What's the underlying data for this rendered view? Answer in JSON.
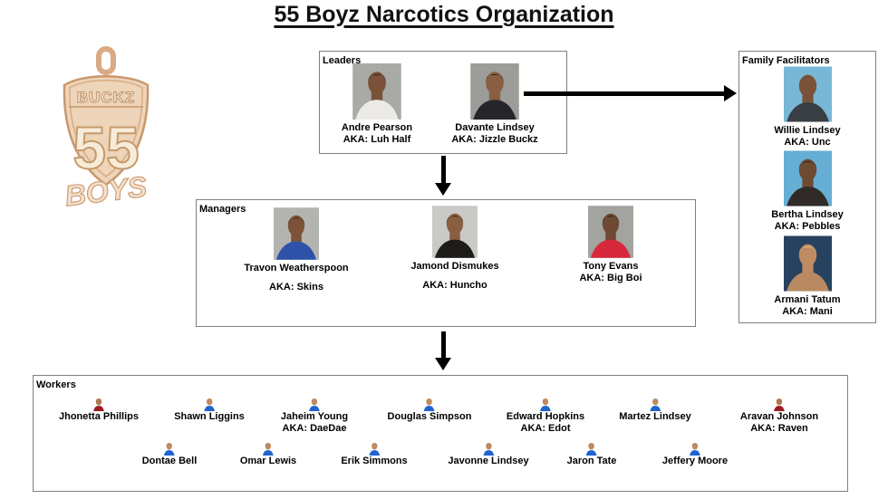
{
  "title": "55 Boyz Narcotics Organization",
  "logo": {
    "line1": "BUCKZ",
    "line2": "55",
    "line3": "BOYS",
    "body_color": "#eed4b8",
    "outline_color": "#c9986e"
  },
  "colors": {
    "background": "#ffffff",
    "box_border": "#7f7f7f",
    "arrow": "#000000",
    "text": "#000000"
  },
  "leaders": {
    "label": "Leaders",
    "members": [
      {
        "name": "Andre Pearson",
        "aka": "AKA: Luh Half",
        "photo": {
          "bg": "#a9aaa5",
          "skin": "#7a5239",
          "hair": "#241812",
          "shirt": "#eceae6"
        }
      },
      {
        "name": "Davante Lindsey",
        "aka": "AKA: Jizzle Buckz",
        "photo": {
          "bg": "#9c9d99",
          "skin": "#8a5f41",
          "hair": "#1d1713",
          "shirt": "#26262a"
        }
      }
    ]
  },
  "managers": {
    "label": "Managers",
    "members": [
      {
        "name": "Travon Weatherspoon",
        "aka": "AKA: Skins",
        "photo": {
          "bg": "#b3b4af",
          "skin": "#7c5338",
          "hair": "#1f1510",
          "shirt": "#2d52a8"
        }
      },
      {
        "name": "Jamond Dismukes",
        "aka": "AKA: Huncho",
        "photo": {
          "bg": "#c9c9c5",
          "skin": "#8a5f41",
          "hair": "#15100c",
          "shirt": "#1d1c1b"
        }
      },
      {
        "name": "Tony Evans",
        "aka": "AKA: Big Boi",
        "photo": {
          "bg": "#a3a49f",
          "skin": "#6f4a33",
          "hair": "#15100c",
          "shirt": "#d8293c"
        }
      }
    ]
  },
  "family_facilitators": {
    "label": "Family Facilitators",
    "members": [
      {
        "name": "Willie Lindsey",
        "aka": "AKA: Unc",
        "photo": {
          "bg": "#79b7d6",
          "skin": "#7a5239",
          "hair": "#7a5239",
          "shirt": "#3a3f46"
        }
      },
      {
        "name": "Bertha Lindsey",
        "aka": "AKA: Pebbles",
        "photo": {
          "bg": "#66aed3",
          "skin": "#6f4a33",
          "hair": "#191310",
          "shirt": "#2f2a28"
        }
      },
      {
        "name": "Armani Tatum",
        "aka": "AKA: Mani",
        "photo": {
          "bg": "#27425f",
          "skin": "#c08a62",
          "hair": "#e8d49c",
          "shirt": "#b98a62"
        }
      }
    ]
  },
  "workers": {
    "label": "Workers",
    "members": [
      {
        "name": "Jhonetta Phillips",
        "aka": "",
        "icon": "person-female-icon",
        "colors": {
          "shirt": "#9e1b22",
          "hair": "#3c1d15",
          "skin": "#b07a52"
        }
      },
      {
        "name": "Shawn Liggins",
        "aka": "",
        "icon": "person-male-icon",
        "colors": {
          "shirt": "#1f63cf",
          "hair": "#4a2c16",
          "skin": "#c08a5e"
        }
      },
      {
        "name": "Jaheim Young",
        "aka": "AKA: DaeDae",
        "icon": "person-male-icon",
        "colors": {
          "shirt": "#1f63cf",
          "hair": "#4a2c16",
          "skin": "#c08a5e"
        }
      },
      {
        "name": "Douglas Simpson",
        "aka": "",
        "icon": "person-male-icon",
        "colors": {
          "shirt": "#1f63cf",
          "hair": "#4a2c16",
          "skin": "#c08a5e"
        }
      },
      {
        "name": "Edward Hopkins",
        "aka": "AKA: Edot",
        "icon": "person-male-icon",
        "colors": {
          "shirt": "#1f63cf",
          "hair": "#4a2c16",
          "skin": "#c08a5e"
        }
      },
      {
        "name": "Martez Lindsey",
        "aka": "",
        "icon": "person-male-icon",
        "colors": {
          "shirt": "#1f63cf",
          "hair": "#4a2c16",
          "skin": "#c08a5e"
        }
      },
      {
        "name": "Aravan Johnson",
        "aka": "AKA: Raven",
        "icon": "person-female-icon",
        "colors": {
          "shirt": "#9e1b22",
          "hair": "#3c1d15",
          "skin": "#b07a52"
        }
      },
      {
        "name": "Dontae Bell",
        "aka": "",
        "icon": "person-male-icon",
        "colors": {
          "shirt": "#1f63cf",
          "hair": "#4a2c16",
          "skin": "#c08a5e"
        }
      },
      {
        "name": "Omar Lewis",
        "aka": "",
        "icon": "person-male-icon",
        "colors": {
          "shirt": "#1f63cf",
          "hair": "#4a2c16",
          "skin": "#c08a5e"
        }
      },
      {
        "name": "Erik Simmons",
        "aka": "",
        "icon": "person-male-icon",
        "colors": {
          "shirt": "#1f63cf",
          "hair": "#4a2c16",
          "skin": "#c08a5e"
        }
      },
      {
        "name": "Javonne Lindsey",
        "aka": "",
        "icon": "person-male-icon",
        "colors": {
          "shirt": "#1f63cf",
          "hair": "#4a2c16",
          "skin": "#c08a5e"
        }
      },
      {
        "name": "Jaron Tate",
        "aka": "",
        "icon": "person-male-icon",
        "colors": {
          "shirt": "#1f63cf",
          "hair": "#4a2c16",
          "skin": "#c08a5e"
        }
      },
      {
        "name": "Jeffery Moore",
        "aka": "",
        "icon": "person-male-icon",
        "colors": {
          "shirt": "#1f63cf",
          "hair": "#4a2c16",
          "skin": "#c08a5e"
        }
      }
    ]
  }
}
